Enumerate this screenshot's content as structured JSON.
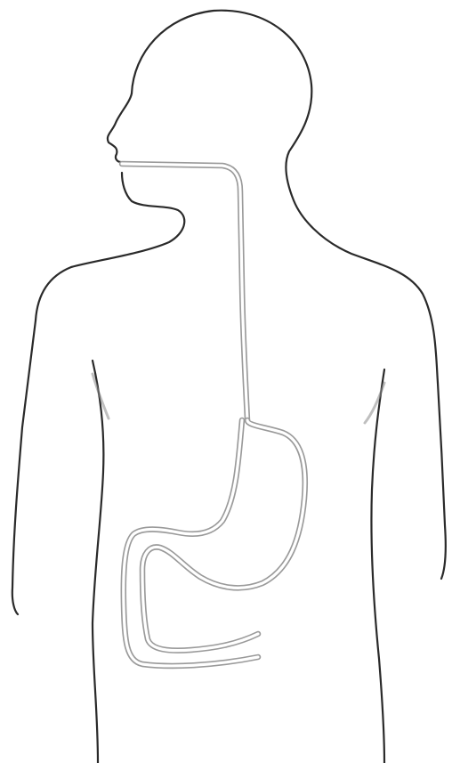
{
  "figure": {
    "colors": {
      "body_outline": "#2a2a2a",
      "tract_outline": "#9a9a9a",
      "background": "#ffffff"
    },
    "parts": [
      "head",
      "neck",
      "torso",
      "arms",
      "esophagus",
      "stomach",
      "duodenum"
    ]
  }
}
